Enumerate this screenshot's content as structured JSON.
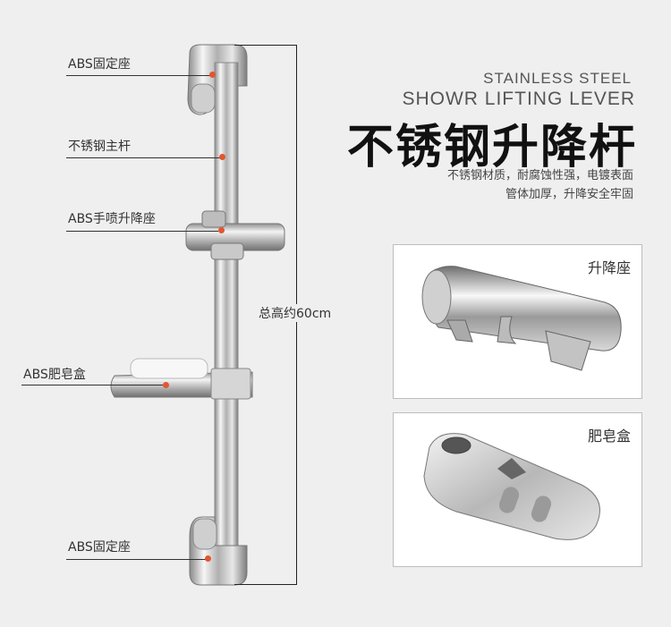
{
  "heading": {
    "en_line1": "STAINLESS STEEL",
    "en_line2": "SHOWR LIFTING LEVER",
    "cn_title": "不锈钢升降杆",
    "desc_line1": "不锈钢材质，耐腐蚀性强，电镀表面",
    "desc_line2": "管体加厚，升降安全牢固"
  },
  "callouts": {
    "top_mount": "ABS固定座",
    "main_rod": "不锈钢主杆",
    "lift_seat": "ABS手喷升降座",
    "soap_box": "ABS肥皂盒",
    "bottom_mount": "ABS固定座"
  },
  "dimension": {
    "height_label": "总高约60cm"
  },
  "details": {
    "lift_seat_label": "升降座",
    "soap_box_label": "肥皂盒"
  },
  "colors": {
    "accent_dot": "#e2562e",
    "background": "#efefef",
    "chrome": "#c8c8c8"
  }
}
